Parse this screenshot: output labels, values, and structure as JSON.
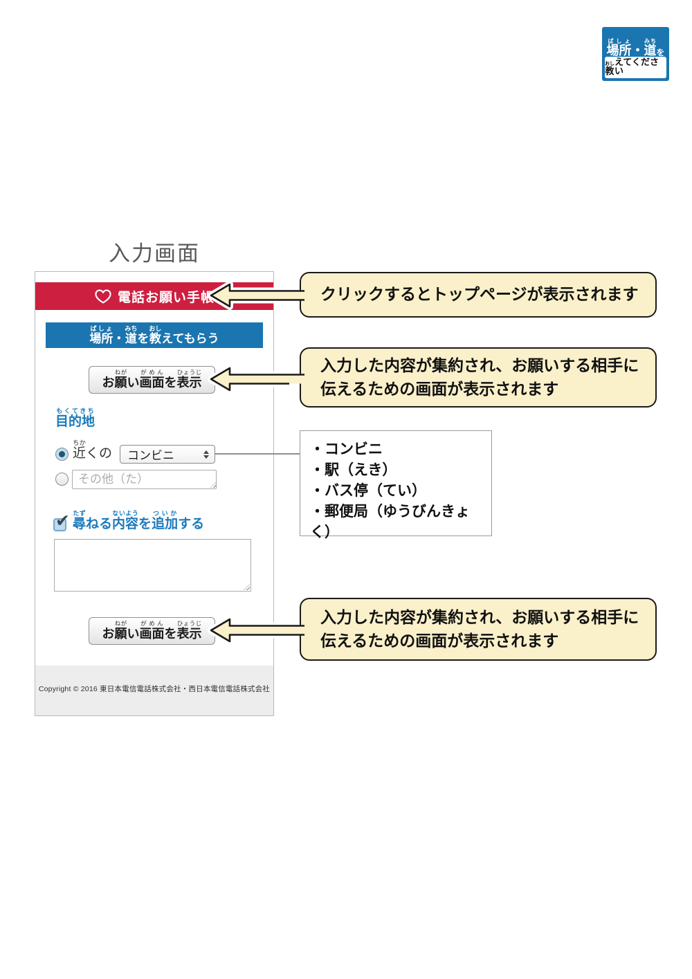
{
  "colors": {
    "red": "#cd1f40",
    "blue": "#1a75b0",
    "label-blue": "#1a79bc",
    "cream": "#faf0ca",
    "callout-border": "#1a1a1a"
  },
  "page": {
    "title": "入力画面"
  },
  "corner_badge": {
    "line1": [
      {
        "base": "場所",
        "ruby": "ばしょ"
      },
      {
        "base": "・"
      },
      {
        "base": "道",
        "ruby": "みち"
      },
      {
        "base": "を",
        "small": true
      }
    ],
    "line2": [
      {
        "base": "教",
        "ruby": "おし"
      },
      {
        "base": "えてください"
      }
    ]
  },
  "app": {
    "header_title": "電話お願い手帳",
    "section_title": [
      {
        "base": "場所",
        "ruby": "ばしょ"
      },
      {
        "base": "・"
      },
      {
        "base": "道",
        "ruby": "みち"
      },
      {
        "base": "を"
      },
      {
        "base": "教",
        "ruby": "おし"
      },
      {
        "base": "えてもらう"
      }
    ],
    "show_request_button": [
      {
        "base": "お"
      },
      {
        "base": "願",
        "ruby": "ねが"
      },
      {
        "base": "い"
      },
      {
        "base": "画面",
        "ruby": "がめん"
      },
      {
        "base": "を"
      },
      {
        "base": "表示",
        "ruby": "ひょうじ"
      }
    ],
    "destination_label": [
      {
        "base": "目的地",
        "ruby": "もくてきち"
      }
    ],
    "nearby_label": [
      {
        "base": "近",
        "ruby": "ちか"
      },
      {
        "base": "くの"
      }
    ],
    "nearby_select_value": "コンビニ",
    "other_placeholder": "その他（た）",
    "add_question_label": [
      {
        "base": "尋",
        "ruby": "たず"
      },
      {
        "base": "ねる"
      },
      {
        "base": "内容",
        "ruby": "ないよう"
      },
      {
        "base": "を"
      },
      {
        "base": "追加",
        "ruby": "ついか"
      },
      {
        "base": "する"
      }
    ],
    "memo_value": "",
    "footer_copyright": "Copyright © 2016 東日本電信電話株式会社・西日本電信電話株式会社"
  },
  "callouts": {
    "top": "クリックするとトップページが表示されます",
    "summary": "入力した内容が集約され、お願いする相手に\n伝えるための画面が表示されます"
  },
  "options_box": {
    "items": [
      "・コンビニ",
      "・駅（えき）",
      "・バス停（てい）",
      "・郵便局（ゆうびんきょく）"
    ]
  }
}
